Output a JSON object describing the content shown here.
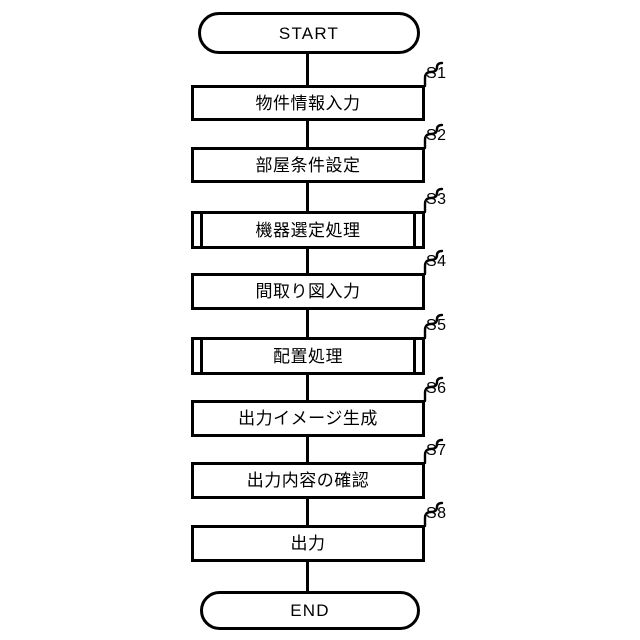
{
  "diagram": {
    "type": "flowchart",
    "orientation": "vertical",
    "language": "ja",
    "stroke_color": "#000000",
    "background_color": "#ffffff",
    "start": {
      "label": "START",
      "shape": "terminal"
    },
    "end": {
      "label": "END",
      "shape": "terminal"
    },
    "steps": [
      {
        "step": "S1",
        "label": "物件情報入力",
        "shape": "process"
      },
      {
        "step": "S2",
        "label": "部屋条件設定",
        "shape": "process"
      },
      {
        "step": "S3",
        "label": "機器選定処理",
        "shape": "predefined-process"
      },
      {
        "step": "S4",
        "label": "間取り図入力",
        "shape": "process"
      },
      {
        "step": "S5",
        "label": "配置処理",
        "shape": "predefined-process"
      },
      {
        "step": "S6",
        "label": "出力イメージ生成",
        "shape": "process"
      },
      {
        "step": "S7",
        "label": "出力内容の確認",
        "shape": "process"
      },
      {
        "step": "S8",
        "label": "出力",
        "shape": "process"
      }
    ]
  }
}
